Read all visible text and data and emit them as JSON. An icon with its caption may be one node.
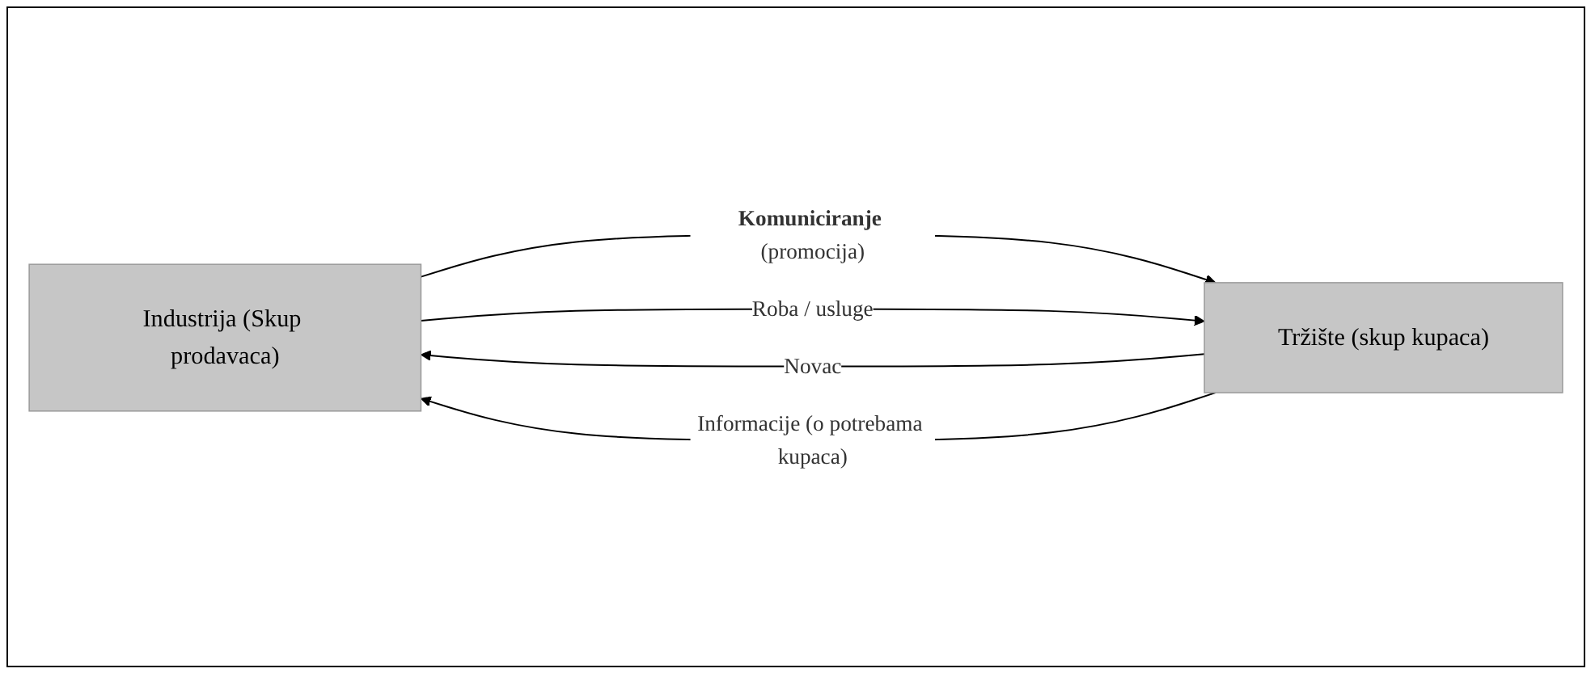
{
  "diagram": {
    "nodes": [
      {
        "text": [
          "Industrija (Skup prodavaca)"
        ]
      },
      {
        "text": [
          "Tržište (skup kupaca)"
        ]
      }
    ],
    "edges": [
      {
        "from": 0,
        "to": 1,
        "arrow": "to",
        "label": "**Komuniciranje** (promocija)"
      },
      {
        "from": 0,
        "to": 1,
        "arrow": "to",
        "label": "Roba / usluge"
      },
      {
        "from": 1,
        "to": 0,
        "arrow": "to",
        "label": "Novac"
      },
      {
        "from": 1,
        "to": 0,
        "arrow": "to",
        "label": "Informacije (o potrebama kupaca)"
      }
    ]
  }
}
